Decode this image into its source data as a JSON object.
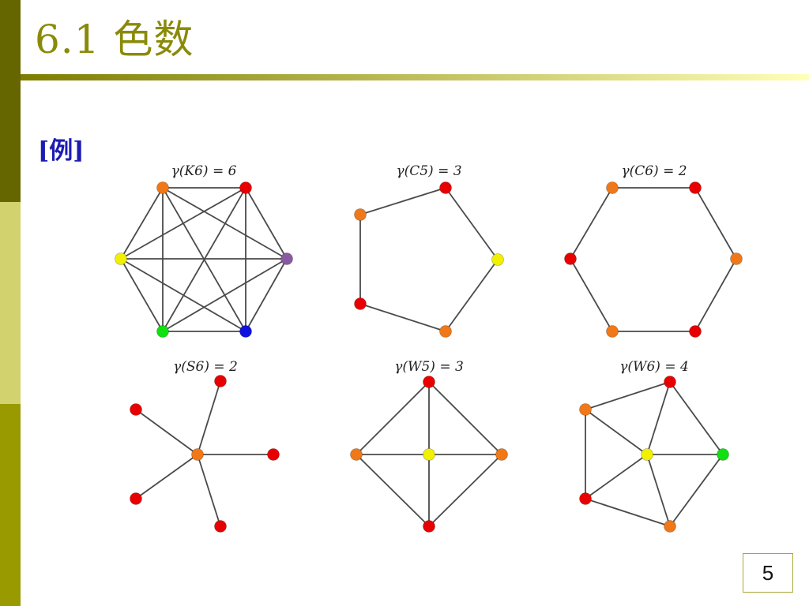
{
  "slide": {
    "title": "6.1 色数",
    "example_label": "[例]",
    "page_number": "5"
  },
  "colors": {
    "title_text": "#8a8a0a",
    "example_text": "#1c1cb4",
    "rule_dark": "#7d7d00",
    "rule_light": "#ffffb8",
    "sidebar_dark": "#666600",
    "sidebar_mid": "#d2d26e",
    "sidebar_olive": "#999900",
    "edge": "#4a4a4a",
    "red": "#e80000",
    "orange": "#f07818",
    "yellow": "#f0f000",
    "purple": "#8a5aa0",
    "green": "#10e010",
    "blue": "#1010e0"
  },
  "graphs": [
    {
      "name": "k6",
      "caption": "γ(K6) = 6",
      "vertex_colors": [
        "orange",
        "red",
        "purple",
        "blue",
        "green",
        "yellow"
      ],
      "edges": [
        [
          0,
          1
        ],
        [
          0,
          2
        ],
        [
          0,
          3
        ],
        [
          0,
          4
        ],
        [
          0,
          5
        ],
        [
          1,
          2
        ],
        [
          1,
          3
        ],
        [
          1,
          4
        ],
        [
          1,
          5
        ],
        [
          2,
          3
        ],
        [
          2,
          4
        ],
        [
          2,
          5
        ],
        [
          3,
          4
        ],
        [
          3,
          5
        ],
        [
          4,
          5
        ]
      ]
    },
    {
      "name": "c5",
      "caption": "γ(C5) = 3",
      "vertex_colors": [
        "red",
        "yellow",
        "orange",
        "red",
        "orange"
      ],
      "edges": [
        [
          0,
          1
        ],
        [
          1,
          2
        ],
        [
          2,
          3
        ],
        [
          3,
          4
        ],
        [
          4,
          0
        ]
      ]
    },
    {
      "name": "c6",
      "caption": "γ(C6) = 2",
      "vertex_colors": [
        "orange",
        "red",
        "orange",
        "red",
        "orange",
        "red"
      ],
      "edges": [
        [
          0,
          1
        ],
        [
          1,
          2
        ],
        [
          2,
          3
        ],
        [
          3,
          4
        ],
        [
          4,
          5
        ],
        [
          5,
          0
        ]
      ]
    },
    {
      "name": "s6",
      "caption": "γ(S6) = 2",
      "vertex_colors": [
        "orange",
        "red",
        "red",
        "red",
        "red",
        "red"
      ],
      "edges": [
        [
          0,
          1
        ],
        [
          0,
          2
        ],
        [
          0,
          3
        ],
        [
          0,
          4
        ],
        [
          0,
          5
        ]
      ]
    },
    {
      "name": "w5",
      "caption": "γ(W5) = 3",
      "vertex_colors": [
        "yellow",
        "red",
        "orange",
        "red",
        "orange"
      ],
      "edges": [
        [
          1,
          2
        ],
        [
          2,
          3
        ],
        [
          3,
          4
        ],
        [
          4,
          1
        ],
        [
          0,
          1
        ],
        [
          0,
          2
        ],
        [
          0,
          3
        ],
        [
          0,
          4
        ]
      ]
    },
    {
      "name": "w6",
      "caption": "γ(W6) = 4",
      "vertex_colors": [
        "yellow",
        "red",
        "green",
        "orange",
        "red",
        "orange"
      ],
      "edges": [
        [
          1,
          2
        ],
        [
          2,
          3
        ],
        [
          3,
          4
        ],
        [
          4,
          5
        ],
        [
          5,
          1
        ],
        [
          0,
          1
        ],
        [
          0,
          2
        ],
        [
          0,
          3
        ],
        [
          0,
          4
        ],
        [
          0,
          5
        ]
      ]
    }
  ]
}
